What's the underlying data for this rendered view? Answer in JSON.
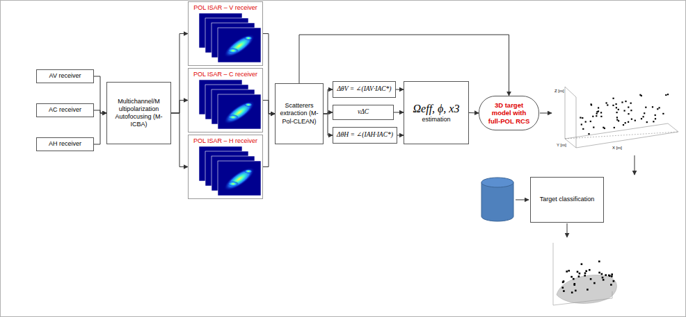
{
  "diagram": {
    "nodes": [
      {
        "text": [
          "AV receiver"
        ]
      },
      {
        "text": [
          "AC receiver"
        ]
      },
      {
        "text": [
          "AH receiver"
        ]
      },
      {
        "text": [
          "Multichannel/M ultipolarization Autofocusing (M-ICBA)"
        ]
      },
      {
        "text": [
          "POL ISAR – V receiver"
        ]
      },
      {
        "text": [
          "POL ISAR – C receiver"
        ]
      },
      {
        "text": [
          "POL ISAR – H receiver"
        ]
      },
      {
        "text": [
          "Scatterers extraction (M-Pol-CLEAN)"
        ]
      },
      {
        "text": [
          "ΔθV = ∠(IAV·IAC*)"
        ]
      },
      {
        "text": [
          "vΔC"
        ]
      },
      {
        "text": [
          "ΔθH = ∠(IAH·IAC*)"
        ]
      },
      {
        "text": [
          "Ωeff, ϕ, x3",
          "estimation"
        ]
      },
      {
        "text": [
          "3D target model with full-POL RCS"
        ]
      },
      {
        "text": [
          "Target classification"
        ]
      }
    ],
    "edges": [
      {
        "from": 0,
        "to": 3,
        "arrow": "to"
      },
      {
        "from": 1,
        "to": 3,
        "arrow": "to"
      },
      {
        "from": 2,
        "to": 3,
        "arrow": "to"
      },
      {
        "from": 3,
        "to": 4,
        "arrow": "to"
      },
      {
        "from": 3,
        "to": 5,
        "arrow": "to"
      },
      {
        "from": 3,
        "to": 6,
        "arrow": "to"
      },
      {
        "from": 4,
        "to": 7,
        "arrow": "to"
      },
      {
        "from": 5,
        "to": 7,
        "arrow": "to"
      },
      {
        "from": 6,
        "to": 7,
        "arrow": "to"
      },
      {
        "from": 7,
        "to": 8,
        "arrow": "to"
      },
      {
        "from": 7,
        "to": 9,
        "arrow": "to"
      },
      {
        "from": 7,
        "to": 10,
        "arrow": "to"
      },
      {
        "from": 8,
        "to": 11,
        "arrow": "to"
      },
      {
        "from": 9,
        "to": 11,
        "arrow": "to"
      },
      {
        "from": 10,
        "to": 11,
        "arrow": "to"
      },
      {
        "from": 11,
        "to": 12,
        "arrow": "to"
      },
      {
        "from": 7,
        "to": 12,
        "arrow": "to"
      }
    ],
    "labels": [
      "Z [m]",
      "Y [m]",
      "X [m]"
    ]
  }
}
